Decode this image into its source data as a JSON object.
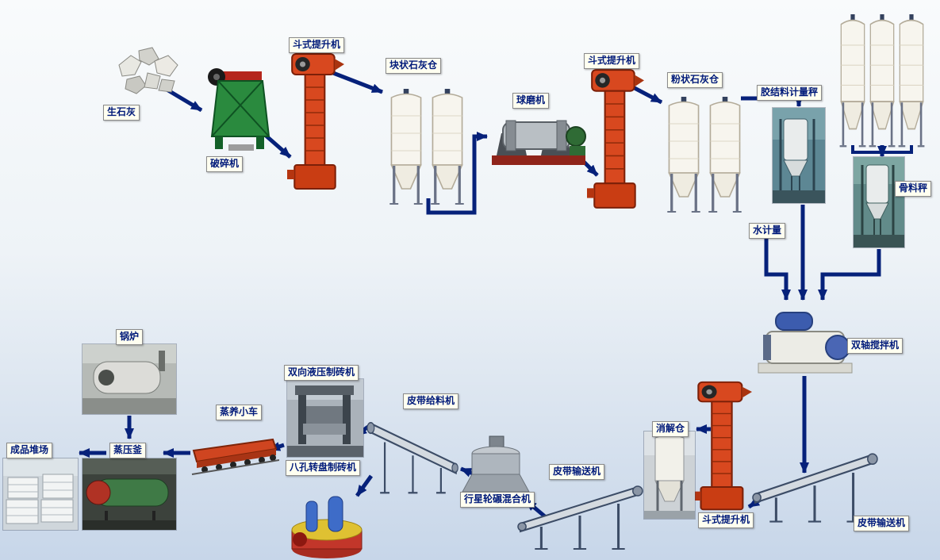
{
  "diagram": {
    "type": "process-flow",
    "labels": {
      "quicklime": "生石灰",
      "crusher": "破碎机",
      "bucket_elevator_1": "斗式提升机",
      "block_lime_silo": "块状石灰仓",
      "ball_mill": "球磨机",
      "bucket_elevator_2": "斗式提升机",
      "powder_lime_silo": "粉状石灰仓",
      "binder_metering_scale": "胶结料计量秤",
      "aggregate_scale": "骨料秤",
      "water_metering": "水计量",
      "double_shaft_mixer": "双轴搅拌机",
      "belt_conveyor_right": "皮带输送机",
      "bucket_elevator_3": "斗式提升机",
      "digestion_silo": "消解仓",
      "belt_conveyor_middle": "皮带输送机",
      "planetary_mill_mixer": "行星轮碾混合机",
      "belt_feeder": "皮带给料机",
      "rotary_brick_machine": "八孔转盘制砖机",
      "hydraulic_brick_machine": "双向液压制砖机",
      "steam_curing_trolley": "蒸养小车",
      "autoclave": "蒸压釜",
      "boiler": "锅炉",
      "product_yard": "成品堆场"
    },
    "colors": {
      "arrow": "#06217a",
      "label_background": "#fffff0",
      "label_border": "#8a8a8a",
      "label_text": "#001a7a",
      "background_top": "#f9fbfc",
      "background_bottom": "#c7d6e9"
    }
  }
}
